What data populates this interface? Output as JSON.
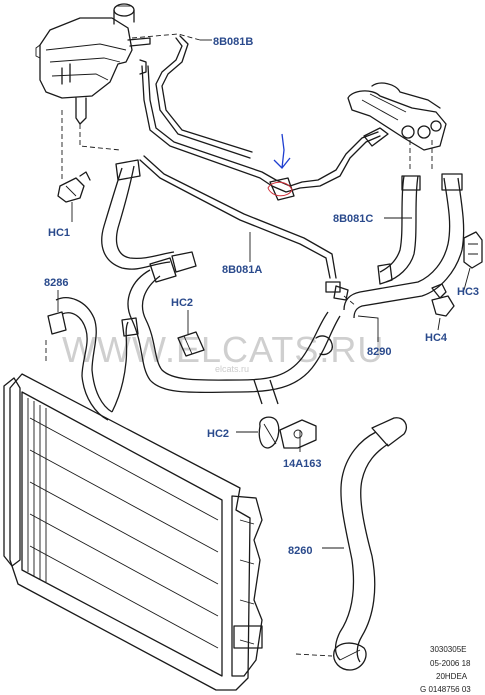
{
  "watermark": "WWW.ELCATS.RU",
  "watermark_small": "elcats.ru",
  "labels": {
    "l8b081b": "8B081B",
    "lhc1": "HC1",
    "l8b081c": "8B081C",
    "l8b081a": "8B081A",
    "l8286": "8286",
    "lhc2a": "HC2",
    "lhc3": "HC3",
    "lhc4": "HC4",
    "l8290": "8290",
    "lhc2b": "HC2",
    "l14a163": "14A163",
    "l8260": "8260"
  },
  "footer": {
    "line1": "3030305E",
    "line2": "05-2006 18",
    "line3": "20HDEA",
    "line4": "G 0148756 03"
  },
  "colors": {
    "label": "#2a4a8c",
    "annotation_mark": "#1f3fd0",
    "annotation_mark_red": "#d0303a"
  }
}
